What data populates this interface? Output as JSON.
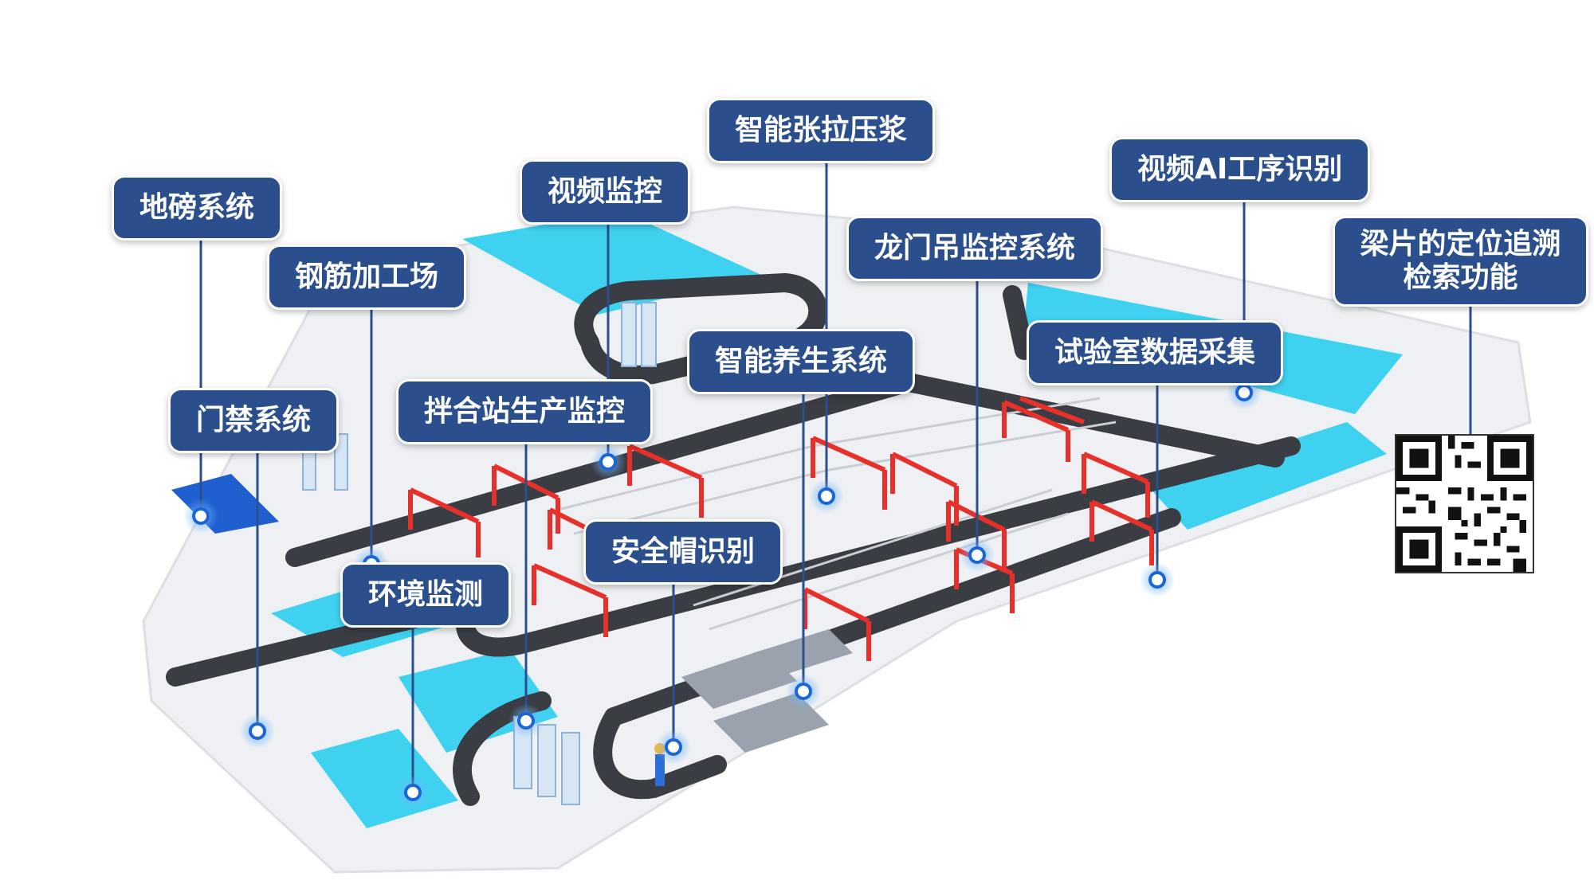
{
  "colors": {
    "label_bg": "#2a4f8c",
    "road": "#3a3d44",
    "roof": "#3fd2f0",
    "crane": "#e8302a",
    "ground": "#eef0f3",
    "marker": "#1b66d6"
  },
  "labels": {
    "weighbridge": "地磅系统",
    "rebar_yard": "钢筋加工场",
    "access_control": "门禁系统",
    "mixing_station": "拌合站生产监控",
    "video_monitoring": "视频监控",
    "tension_grouting": "智能张拉压浆",
    "curing_system": "智能养生系统",
    "gantry_monitoring": "龙门吊监控系统",
    "video_ai": "视频AI工序识别",
    "lab_data": "试验室数据采集",
    "beam_tracing": "梁片的定位追溯检索功能",
    "environment": "环境监测",
    "helmet": "安全帽识别"
  },
  "icons": {
    "marker": "location-pin-icon",
    "qr": "qr-code-icon"
  }
}
